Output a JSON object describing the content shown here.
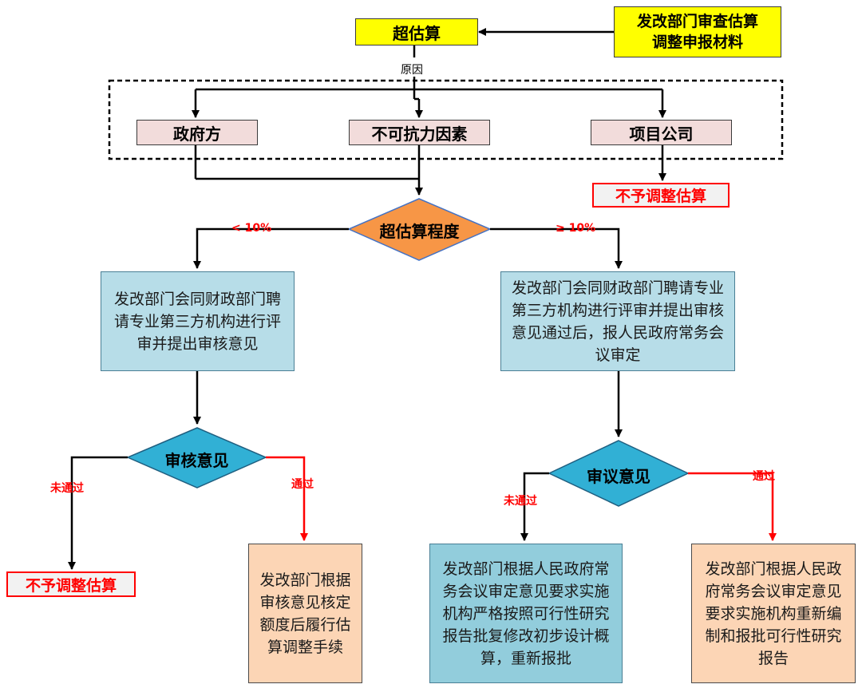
{
  "nodes": {
    "over_estimate": "超估算",
    "ndrc_review": "发改部门审查估算\n调整申报材料",
    "reason_label": "原因",
    "government": "政府方",
    "force_majeure": "不可抗力因素",
    "project_company": "项目公司",
    "no_adjust_top": "不予调整估算",
    "degree": "超估算程度",
    "lt10": "< 10%",
    "ge10": "≥ 10%",
    "left_process": "发改部门会同财政部门聘请专业第三方机构进行评审并提出审核意见",
    "right_process": "发改部门会同财政部门聘请专业第三方机构进行评审并提出审核意见通过后，报人民政府常务会议审定",
    "audit_opinion": "审核意见",
    "council_opinion": "审议意见",
    "not_pass_left": "未通过",
    "pass_left": "通过",
    "not_pass_right": "未通过",
    "pass_right": "通过",
    "no_adjust_bottom": "不予调整估算",
    "left_result": "发改部门根据审核意见核定额度后履行估算调整手续",
    "mid_result": "发改部门根据人民政府常务会议审定意见要求实施机构严格按照可行性研究报告批复修改初步设计概算，重新报批",
    "right_result": "发改部门根据人民政府常务会议审定意见要求实施机构重新编制和报批可行性研究报告"
  },
  "colors": {
    "yellow": "#ffff00",
    "pink": "#f2dcdb",
    "light_blue": "#b7dde8",
    "diamond_blue": "#31b0d5",
    "diamond_orange": "#f79646",
    "peach": "#fcd5b5",
    "red": "#ff0000"
  }
}
